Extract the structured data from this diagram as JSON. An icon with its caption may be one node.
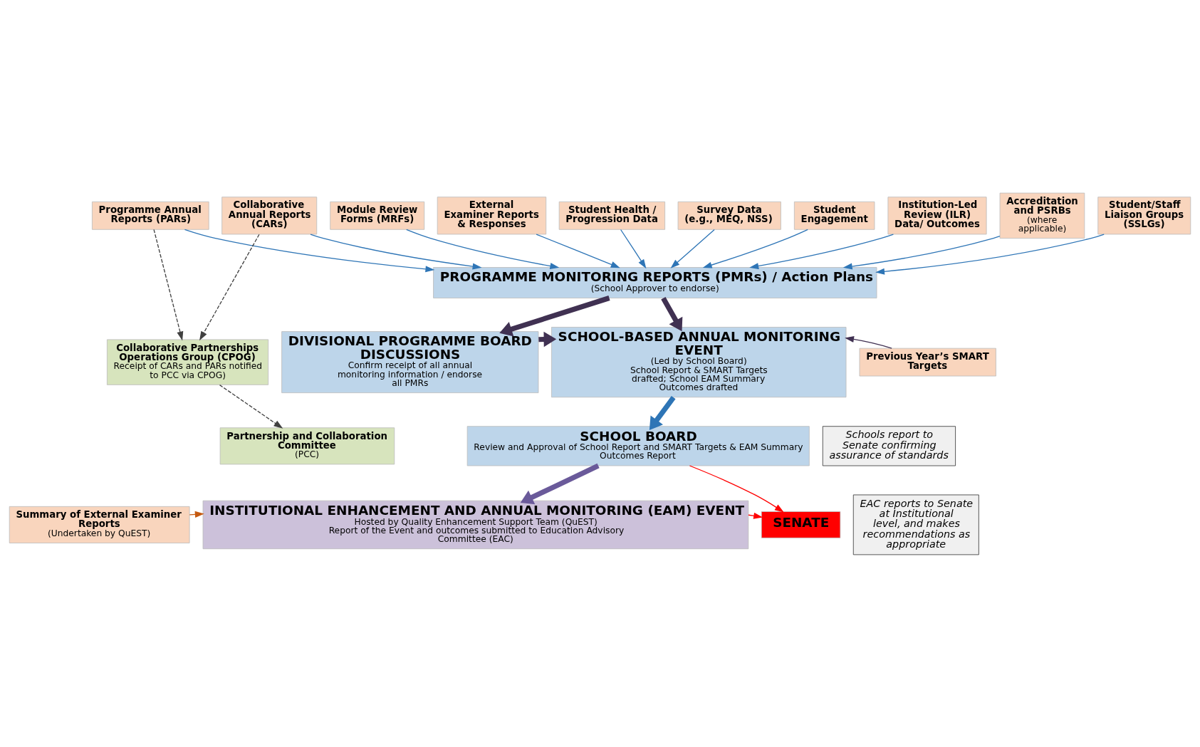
{
  "diagram": {
    "nodes": [
      {
        "text": [
          "Programme Annual Reports (PARs)"
        ]
      },
      {
        "text": [
          "Collaborative Annual Reports (CARs)"
        ]
      },
      {
        "text": [
          "Module Review Forms (MRFs)"
        ]
      },
      {
        "text": [
          "External Examiner Reports & Responses"
        ]
      },
      {
        "text": [
          "Student Health / Progression Data"
        ]
      },
      {
        "text": [
          "Survey Data (e.g., MEQ, NSS)"
        ]
      },
      {
        "text": [
          "Student Engagement"
        ]
      },
      {
        "text": [
          "Institution-Led Review (ILR) Data/ Outcomes"
        ]
      },
      {
        "text": [
          "Accreditation and PSRBs",
          "(where applicable)"
        ]
      },
      {
        "text": [
          "Student/Staff Liaison Groups (SSLGs)"
        ]
      },
      {
        "text": [
          "PROGRAMME MONITORING REPORTS (PMRs) / Action Plans",
          "(School Approver to endorse)"
        ]
      },
      {
        "text": [
          "Collaborative Partnerships Operations Group (CPOG)",
          "Receipt of CARs and PARs notified to PCC via CPOG)"
        ]
      },
      {
        "text": [
          "DIVISIONAL PROGRAMME BOARD DISCUSSIONS",
          "Confirm receipt of all annual monitoring information / endorse all PMRs"
        ]
      },
      {
        "text": [
          "SCHOOL-BASED ANNUAL MONITORING EVENT",
          "(Led by School Board)",
          "School Report & SMART Targets drafted; School EAM Summary Outcomes drafted"
        ]
      },
      {
        "text": [
          "Previous Year’s SMART Targets"
        ]
      },
      {
        "text": [
          "Partnership and Collaboration Committee",
          "(PCC)"
        ]
      },
      {
        "text": [
          "SCHOOL BOARD",
          "Review and Approval of School Report and SMART Targets & EAM Summary Outcomes Report"
        ]
      },
      {
        "text": [
          "Schools report to Senate confirming assurance of standards"
        ]
      },
      {
        "text": [
          "SENATE"
        ]
      },
      {
        "text": [
          "Summary of External Examiner Reports",
          "(Undertaken by QuEST)"
        ]
      },
      {
        "text": [
          "INSTITUTIONAL ENHANCEMENT AND ANNUAL MONITORING (EAM) EVENT",
          "Hosted by Quality Enhancement Support Team (QuEST)",
          "Report of the Event and outcomes submitted to Education Advisory Committee (EAC)"
        ]
      },
      {
        "text": [
          "EAC reports to Senate at Institutional level, and makes recommendations as appropriate"
        ]
      }
    ],
    "edges": [
      {
        "from": 0,
        "to": 10,
        "arrow": "to"
      },
      {
        "from": 1,
        "to": 10,
        "arrow": "to"
      },
      {
        "from": 2,
        "to": 10,
        "arrow": "to"
      },
      {
        "from": 3,
        "to": 10,
        "arrow": "to"
      },
      {
        "from": 4,
        "to": 10,
        "arrow": "to"
      },
      {
        "from": 5,
        "to": 10,
        "arrow": "to"
      },
      {
        "from": 6,
        "to": 10,
        "arrow": "to"
      },
      {
        "from": 7,
        "to": 10,
        "arrow": "to"
      },
      {
        "from": 8,
        "to": 10,
        "arrow": "to"
      },
      {
        "from": 9,
        "to": 10,
        "arrow": "to"
      },
      {
        "from": 0,
        "to": 11,
        "arrow": "to",
        "style": "dashed",
        "color": "#404040"
      },
      {
        "from": 1,
        "to": 11,
        "arrow": "to",
        "style": "dashed",
        "color": "#404040"
      },
      {
        "from": 10,
        "to": 12,
        "arrow": "to",
        "style": "thick",
        "color": "#403152"
      },
      {
        "from": 10,
        "to": 13,
        "arrow": "to",
        "style": "thick",
        "color": "#403152"
      },
      {
        "from": 12,
        "to": 13,
        "arrow": "to",
        "style": "thick",
        "color": "#403152"
      },
      {
        "from": 14,
        "to": 13,
        "arrow": "to",
        "color": "#403152"
      },
      {
        "from": 11,
        "to": 15,
        "arrow": "to",
        "style": "dashed",
        "color": "#404040"
      },
      {
        "from": 13,
        "to": 16,
        "arrow": "to",
        "style": "thick"
      },
      {
        "from": 16,
        "to": 18,
        "arrow": "to",
        "color": "#ff0000"
      },
      {
        "from": 16,
        "to": 20,
        "arrow": "to",
        "style": "thick",
        "color": "#6a5a9a"
      },
      {
        "from": 19,
        "to": 20,
        "arrow": "to",
        "color": "#c55a11"
      },
      {
        "from": 20,
        "to": 18,
        "arrow": "to",
        "color": "#ff0000"
      }
    ]
  }
}
